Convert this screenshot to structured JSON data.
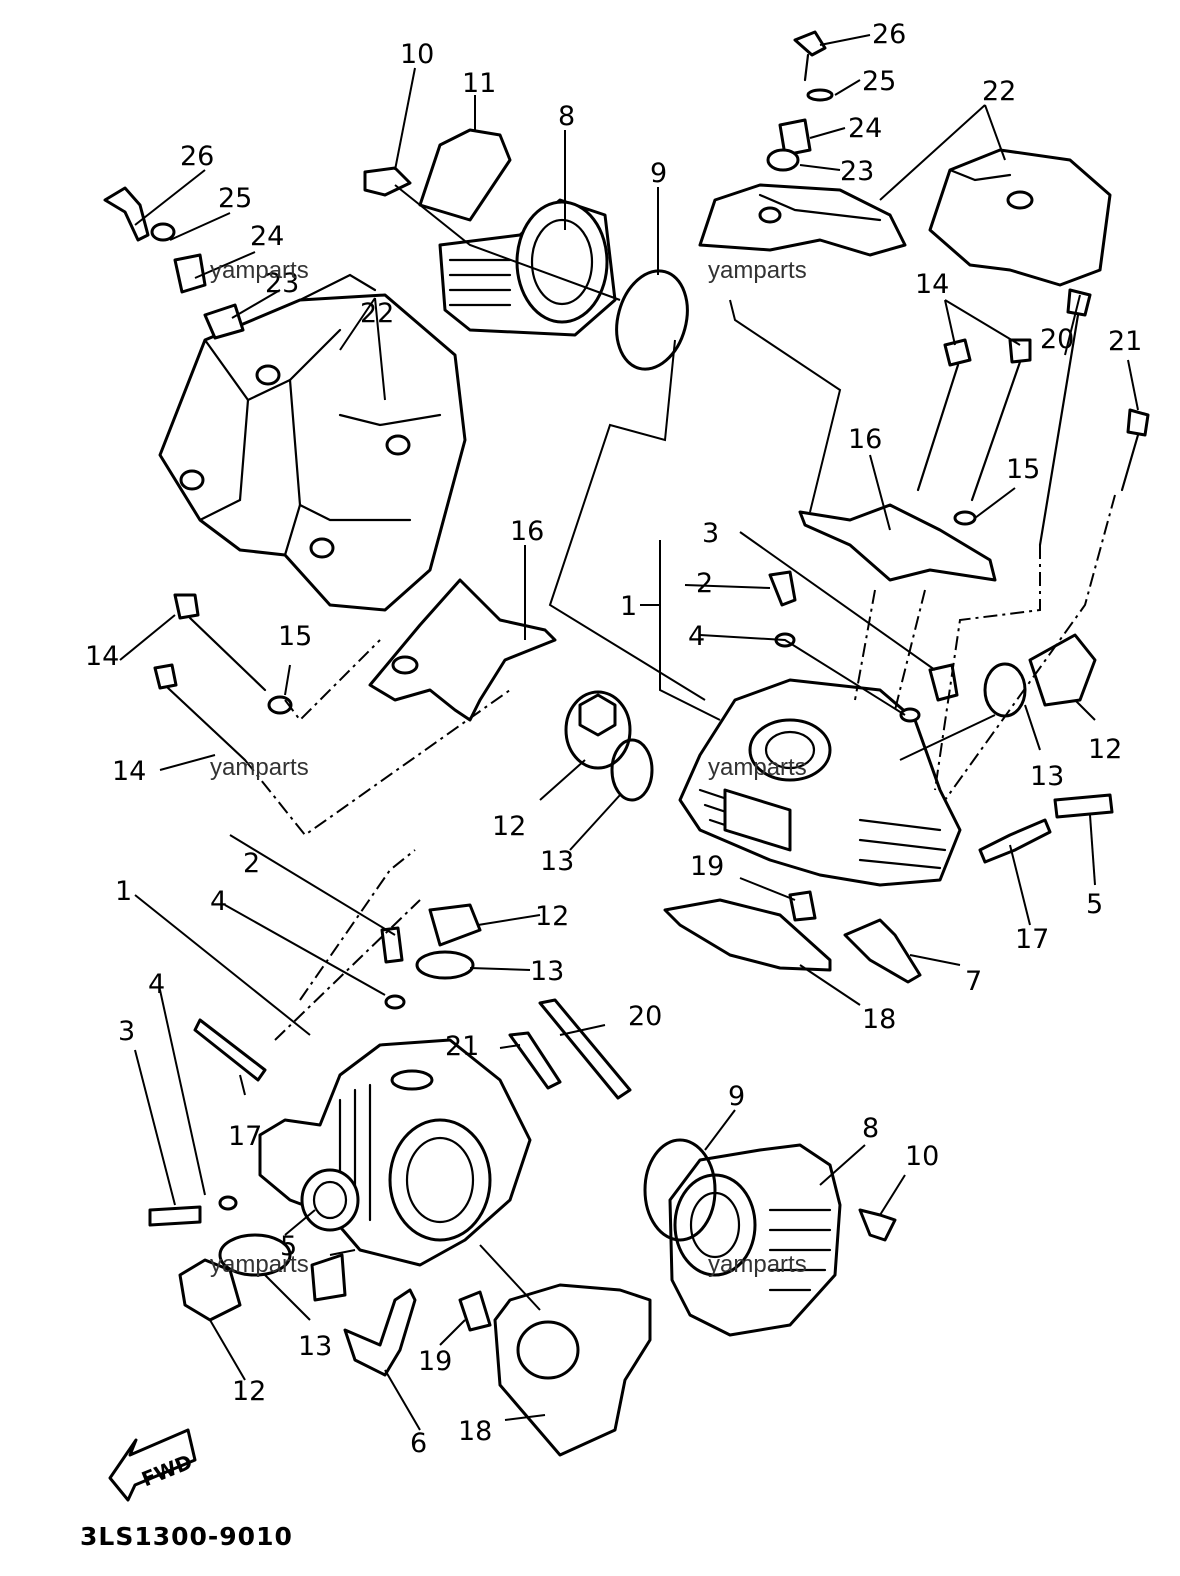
{
  "diagram_code": "3LS1300-9010",
  "fwd_label": "FWD",
  "watermark": "yamparts",
  "callouts": {
    "c1": "1",
    "c2": "2",
    "c3": "3",
    "c4": "4",
    "c5": "5",
    "c6": "6",
    "c7": "7",
    "c8": "8",
    "c9": "9",
    "c10": "10",
    "c11": "11",
    "c12": "12",
    "c13": "13",
    "c14": "14",
    "c15": "15",
    "c16": "16",
    "c17": "17",
    "c18": "18",
    "c19": "19",
    "c20": "20",
    "c21": "21",
    "c22": "22",
    "c23": "23",
    "c24": "24",
    "c25": "25",
    "c26": "26"
  }
}
